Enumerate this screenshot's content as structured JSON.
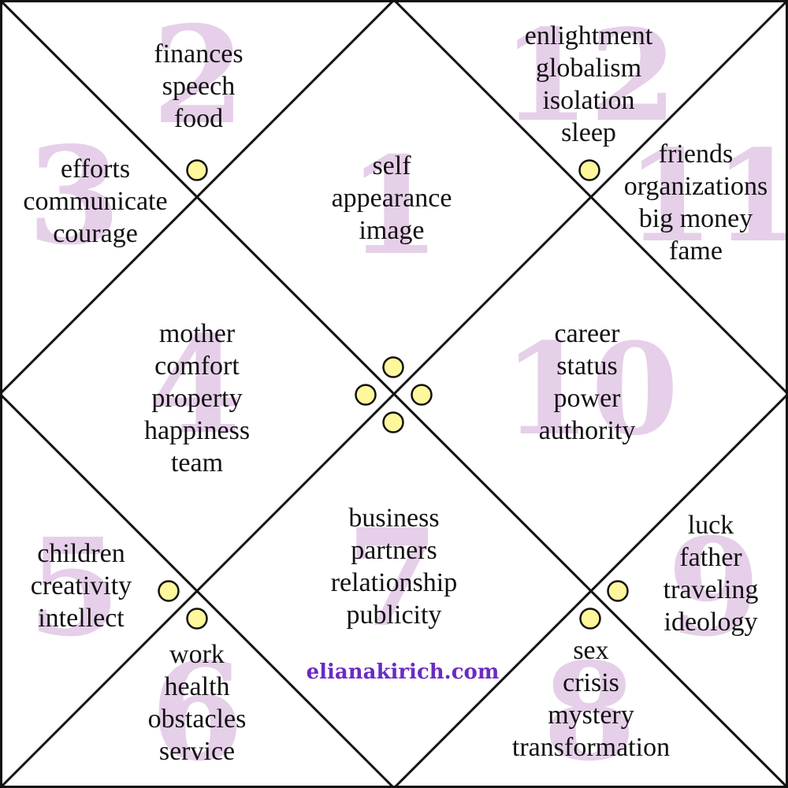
{
  "colors": {
    "line": "#111111",
    "number": "#e6cfe9",
    "marker_fill": "#fff79b",
    "marker_stroke": "#111111",
    "credit": "#6a2bc2"
  },
  "houses": [
    {
      "number": "1",
      "keywords": [
        "self",
        "appearance",
        "image"
      ]
    },
    {
      "number": "2",
      "keywords": [
        "finances",
        "speech",
        "food"
      ]
    },
    {
      "number": "3",
      "keywords": [
        "efforts",
        "communicate",
        "courage"
      ]
    },
    {
      "number": "4",
      "keywords": [
        "mother",
        "comfort",
        "property",
        "happiness",
        "team"
      ]
    },
    {
      "number": "5",
      "keywords": [
        "children",
        "creativity",
        "intellect"
      ]
    },
    {
      "number": "6",
      "keywords": [
        "work",
        "health",
        "obstacles",
        "service"
      ]
    },
    {
      "number": "7",
      "keywords": [
        "business",
        "partners",
        "relationship",
        "publicity"
      ]
    },
    {
      "number": "8",
      "keywords": [
        "sex",
        "crisis",
        "mystery",
        "transformation"
      ]
    },
    {
      "number": "9",
      "keywords": [
        "luck",
        "father",
        "traveling",
        "ideology"
      ]
    },
    {
      "number": "10",
      "keywords": [
        "career",
        "status",
        "power",
        "authority"
      ]
    },
    {
      "number": "11",
      "keywords": [
        "friends",
        "organizations",
        "big money",
        "fame"
      ]
    },
    {
      "number": "12",
      "keywords": [
        "enlightment",
        "globalism",
        "isolation",
        "sleep"
      ]
    }
  ],
  "credit": "elianakirich.com"
}
